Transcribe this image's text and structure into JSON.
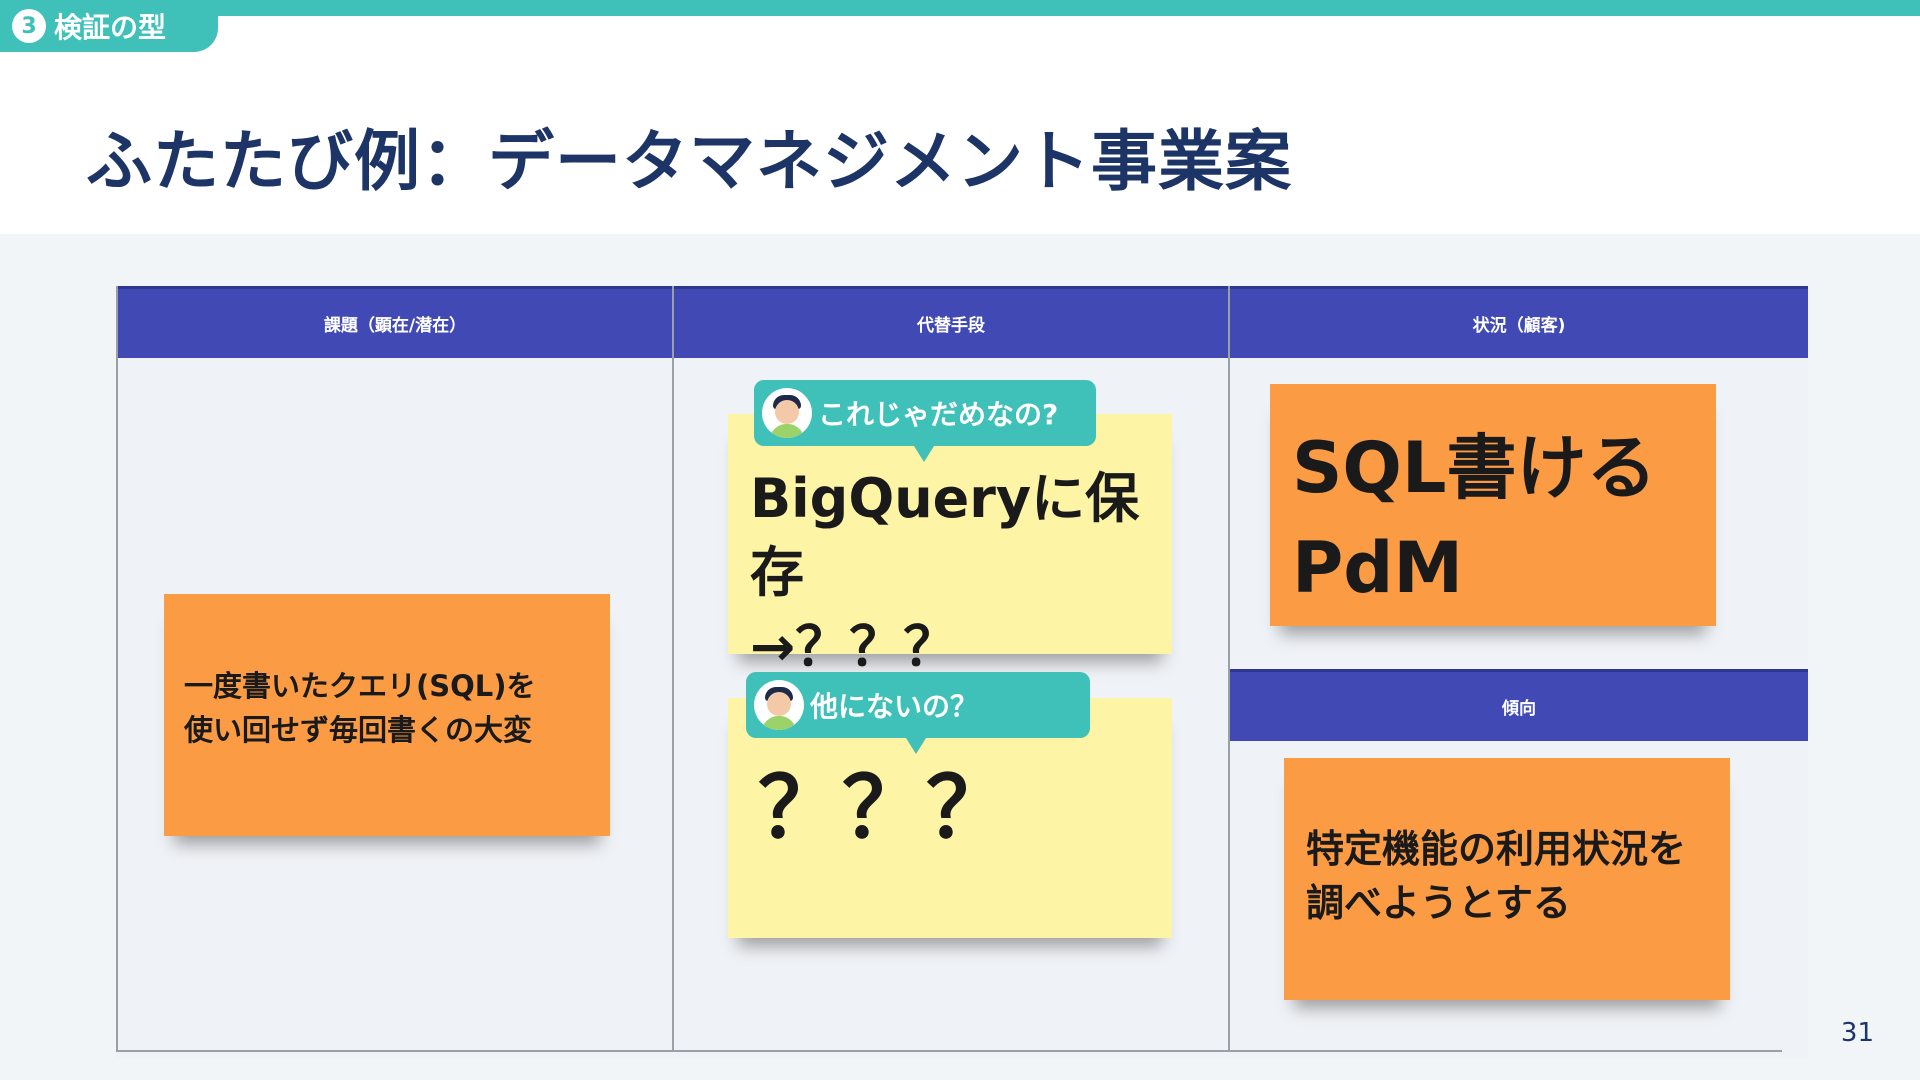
{
  "header": {
    "section_number": "3",
    "section_title": "検証の型",
    "page_title": "ふたたび例：データマネジメント事業案"
  },
  "board": {
    "columns": [
      {
        "header": "課題（顕在/潜在）"
      },
      {
        "header": "代替手段"
      },
      {
        "header": "状況（顧客)"
      }
    ],
    "sub_header": "傾向",
    "stickies": {
      "problem": "一度書いたクエリ(SQL)を\n使い回せず毎回書くの大変",
      "alt1": "BigQueryに保存\n→？？？",
      "alt2": "？？？",
      "situation": "SQL書ける\nPdM",
      "trend": "特定機能の利用状況を\n調べようとする"
    },
    "bubbles": {
      "q1": "これじゃだめなの?",
      "q2": "他にないの？"
    }
  },
  "footer": {
    "page_number": "31"
  },
  "colors": {
    "accent": "#3fc0b9",
    "header_blue": "#4149b4",
    "title_navy": "#1d3466",
    "sticky_orange": "#fb9c45",
    "sticky_yellow": "#fdf5a5"
  }
}
